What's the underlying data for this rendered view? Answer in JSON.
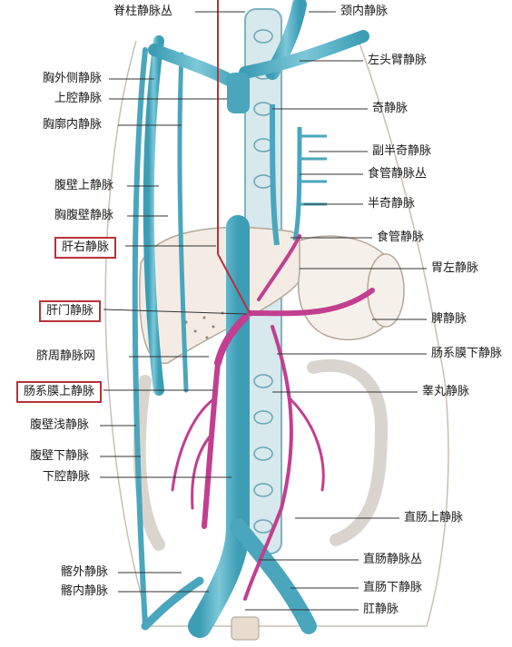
{
  "labels_left": {
    "jizhu": "脊柱静脉丛",
    "xiongwaice": "胸外侧静脉",
    "shangqiang": "上腔静脉",
    "xiongkuonei": "胸廓内静脉",
    "fubishang": "腹壁上静脉",
    "xiongfubi": "胸腹壁静脉",
    "ganyou": "肝右静脉",
    "ganmen": "肝门静脉",
    "qizhou": "脐周静脉网",
    "changximoshang": "肠系膜上静脉",
    "fubiqian": "腹壁浅静脉",
    "fubixia": "腹壁下静脉",
    "xiaqiang": "下腔静脉",
    "qiawai": "髂外静脉",
    "qianei": "髂内静脉"
  },
  "labels_right": {
    "jingnei": "颈内静脉",
    "zuotoubi": "左头臂静脉",
    "qi": "奇静脉",
    "fubanqi": "副半奇静脉",
    "shiguancong": "食管静脉丛",
    "banqi": "半奇静脉",
    "shiguan": "食管静脉",
    "weizuo": "胃左静脉",
    "pi": "脾静脉",
    "changximoxia": "肠系膜下静脉",
    "gaowan": "睾丸静脉",
    "zhichangshang": "直肠上静脉",
    "zhichangcong": "直肠静脉丛",
    "zhichangxia": "直肠下静脉",
    "gang": "肛静脉"
  }
}
